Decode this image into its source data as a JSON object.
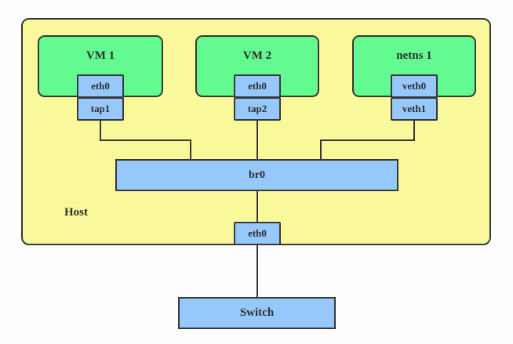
{
  "diagram": {
    "host": {
      "label": "Host"
    },
    "groups": [
      {
        "label": "VM 1",
        "ports": [
          {
            "label": "eth0"
          },
          {
            "label": "tap1"
          }
        ]
      },
      {
        "label": "VM 2",
        "ports": [
          {
            "label": "eth0"
          },
          {
            "label": "tap2"
          }
        ]
      },
      {
        "label": "netns 1",
        "ports": [
          {
            "label": "veth0"
          },
          {
            "label": "veth1"
          }
        ]
      }
    ],
    "bridge": {
      "label": "br0"
    },
    "host_interface": {
      "label": "eth0"
    },
    "switch": {
      "label": "Switch"
    },
    "colors": {
      "host_fill": "#F9F99C",
      "group_fill": "#63FA90",
      "node_fill": "#97C8FC",
      "border": "#383838",
      "text": "#2e2e2e",
      "page_background": "#FDFDFD"
    }
  }
}
